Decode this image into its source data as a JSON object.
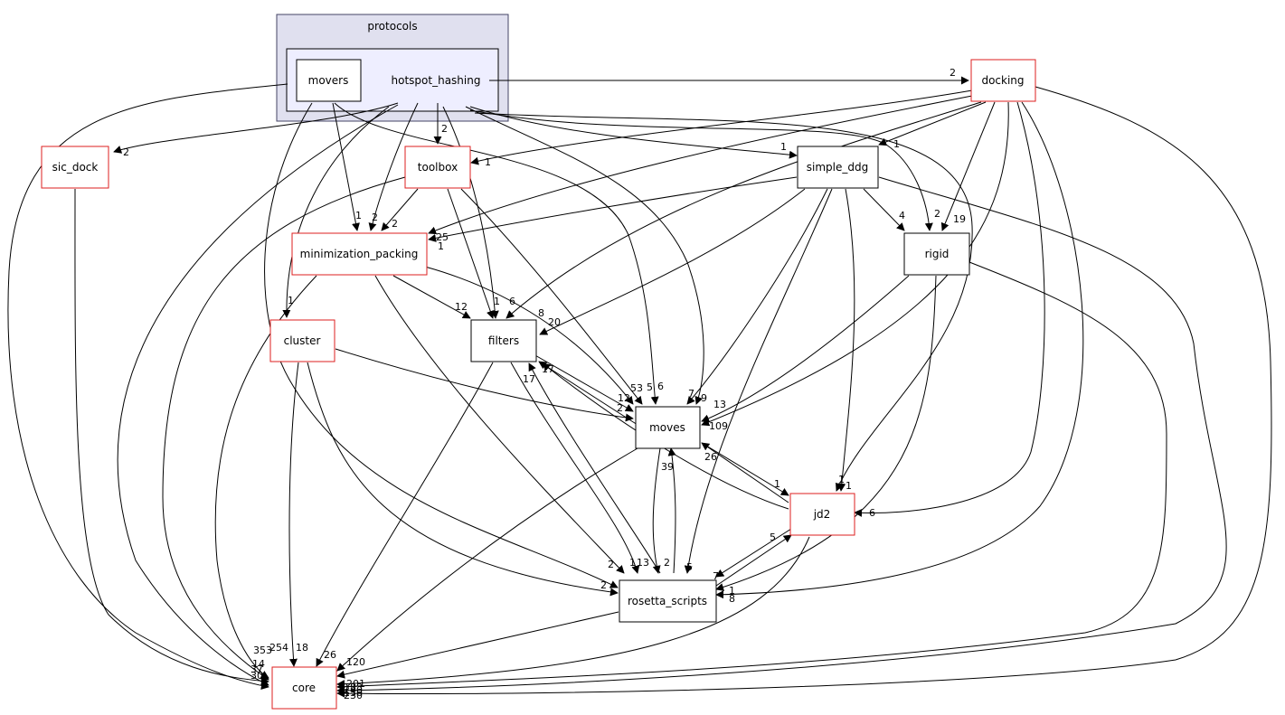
{
  "cluster": {
    "outer_label": "protocols",
    "inner_label": "hotspot_hashing",
    "outer_fill": "#e0e0ef",
    "inner_fill": "#eeeeff"
  },
  "colors": {
    "node_border_red": "#dd1f1f",
    "node_border_black": "#000000",
    "edge": "#000000"
  },
  "nodes": [
    {
      "id": "movers",
      "label": "movers",
      "border": "black"
    },
    {
      "id": "docking",
      "label": "docking",
      "border": "red"
    },
    {
      "id": "sic_dock",
      "label": "sic_dock",
      "border": "red"
    },
    {
      "id": "toolbox",
      "label": "toolbox",
      "border": "red"
    },
    {
      "id": "simple_ddg",
      "label": "simple_ddg",
      "border": "black"
    },
    {
      "id": "minimization_packing",
      "label": "minimization_packing",
      "border": "red"
    },
    {
      "id": "rigid",
      "label": "rigid",
      "border": "black"
    },
    {
      "id": "cluster",
      "label": "cluster",
      "border": "red"
    },
    {
      "id": "filters",
      "label": "filters",
      "border": "black"
    },
    {
      "id": "moves",
      "label": "moves",
      "border": "black"
    },
    {
      "id": "jd2",
      "label": "jd2",
      "border": "red"
    },
    {
      "id": "rosetta_scripts",
      "label": "rosetta_scripts",
      "border": "black"
    },
    {
      "id": "core",
      "label": "core",
      "border": "red"
    }
  ],
  "edge_labels": [
    {
      "id": "hh-docking",
      "text": "2"
    },
    {
      "id": "hh-sic_dock",
      "text": "2"
    },
    {
      "id": "hh-toolbox",
      "text": "2"
    },
    {
      "id": "hh-simple_ddg",
      "text": "1"
    },
    {
      "id": "movers-minpack",
      "text": "1"
    },
    {
      "id": "hh-minpack",
      "text": "2"
    },
    {
      "id": "toolbox-minpack",
      "text": "2"
    },
    {
      "id": "docking-minpack",
      "text": "25"
    },
    {
      "id": "docking-minpack-2",
      "text": "1"
    },
    {
      "id": "docking-simple_ddg",
      "text": "1"
    },
    {
      "id": "docking-toolbox",
      "text": "1"
    },
    {
      "id": "simple_ddg-rigid",
      "text": "4"
    },
    {
      "id": "hh-rigid",
      "text": "2"
    },
    {
      "id": "docking-rigid",
      "text": "19"
    },
    {
      "id": "hh-cluster",
      "text": "1"
    },
    {
      "id": "minpack-filters",
      "text": "12"
    },
    {
      "id": "toolbox-filters",
      "text": "1"
    },
    {
      "id": "hh-filters",
      "text": "6"
    },
    {
      "id": "minpack-moves",
      "text": "8"
    },
    {
      "id": "simple_ddg-filters",
      "text": "20"
    },
    {
      "id": "moves-filters",
      "text": "17"
    },
    {
      "id": "rs-filters",
      "text": "17"
    },
    {
      "id": "toolbox-moves",
      "text": "53"
    },
    {
      "id": "movers-moves",
      "text": "5"
    },
    {
      "id": "hh-moves",
      "text": "6"
    },
    {
      "id": "filters-moves",
      "text": "12"
    },
    {
      "id": "cluster-moves",
      "text": "2"
    },
    {
      "id": "simple_ddg-moves",
      "text": "7"
    },
    {
      "id": "rigid-moves",
      "text": "9"
    },
    {
      "id": "docking-moves",
      "text": "13"
    },
    {
      "id": "docking-moves-2",
      "text": "109"
    },
    {
      "id": "jd2-moves",
      "text": "26"
    },
    {
      "id": "rs-moves",
      "text": "39"
    },
    {
      "id": "moves-jd2",
      "text": "1"
    },
    {
      "id": "simple_ddg-jd2",
      "text": "1"
    },
    {
      "id": "hh-jd2",
      "text": "1"
    },
    {
      "id": "docking-jd2",
      "text": "6"
    },
    {
      "id": "jd2-rs",
      "text": "5"
    },
    {
      "id": "minpack-rs",
      "text": "2"
    },
    {
      "id": "filters-rs",
      "text": "1"
    },
    {
      "id": "filters-rs-2",
      "text": "13"
    },
    {
      "id": "moves-rs",
      "text": "2"
    },
    {
      "id": "simple_ddg-rs",
      "text": "5"
    },
    {
      "id": "rigid-rs",
      "text": "7"
    },
    {
      "id": "docking-rs",
      "text": "1"
    },
    {
      "id": "docking-rs-2",
      "text": "8"
    },
    {
      "id": "cluster-rs",
      "text": "2"
    },
    {
      "id": "minpack-core",
      "text": "353"
    },
    {
      "id": "toolbox-core",
      "text": "254"
    },
    {
      "id": "cluster-core",
      "text": "18"
    },
    {
      "id": "filters-core",
      "text": "26"
    },
    {
      "id": "moves-core",
      "text": "120"
    },
    {
      "id": "sic_dock-core",
      "text": "14"
    },
    {
      "id": "movers-core",
      "text": "37"
    },
    {
      "id": "hh-core",
      "text": "30"
    },
    {
      "id": "rs-core",
      "text": "201"
    },
    {
      "id": "jd2-core",
      "text": "183"
    },
    {
      "id": "simple_ddg-core",
      "text": "240"
    },
    {
      "id": "rigid-core",
      "text": "130"
    },
    {
      "id": "docking-core",
      "text": "230"
    }
  ]
}
